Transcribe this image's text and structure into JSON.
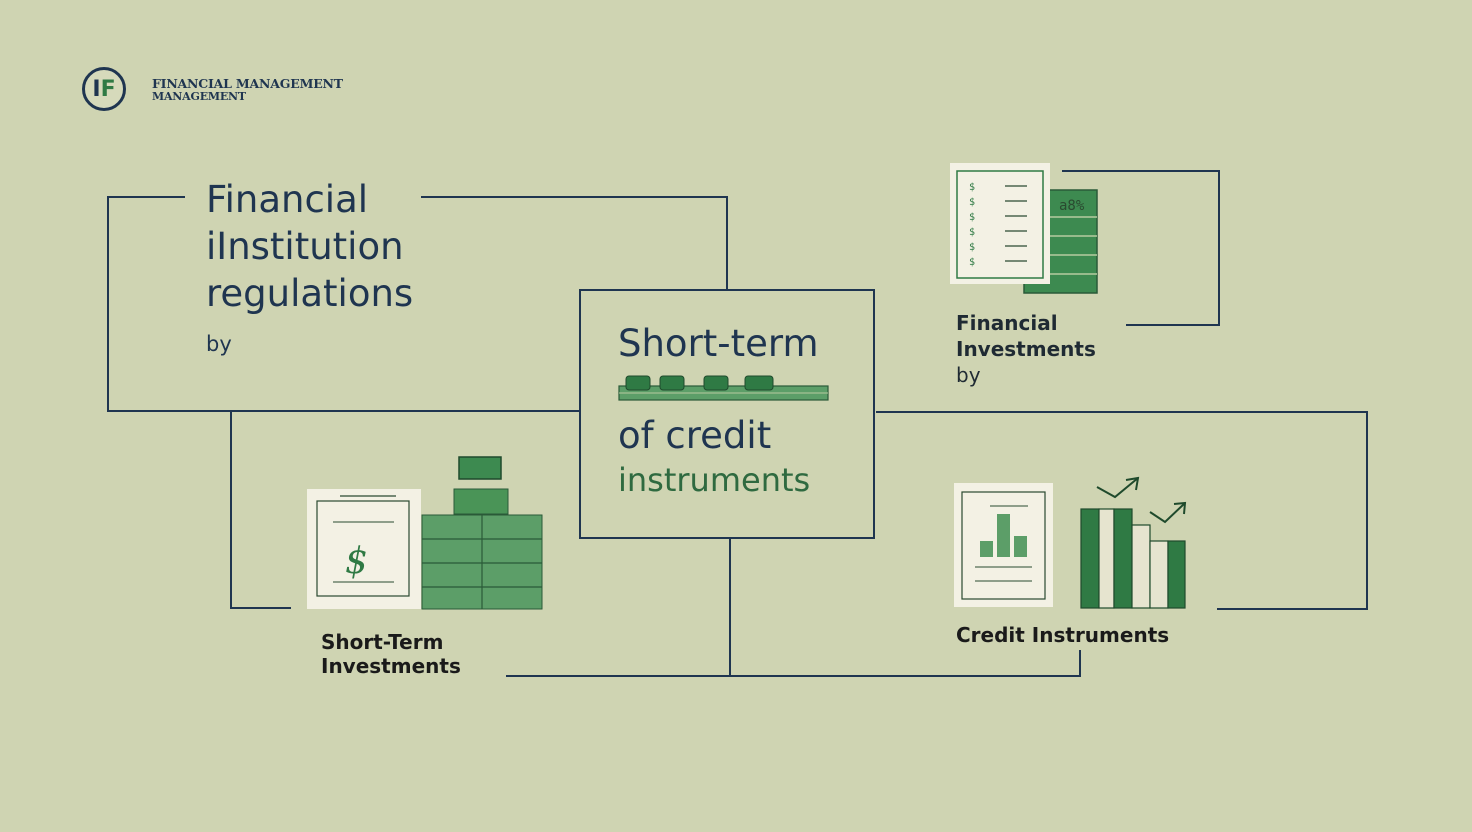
{
  "logo": {
    "mark_letter_1": "I",
    "mark_letter_2": "F",
    "line1": "FINANCIAL MANAGEMENT",
    "line2": "MANAGEMENT"
  },
  "nodes": {
    "regulations": {
      "line1": "Financial",
      "line2": "iInstitution",
      "line3": "regulations",
      "by": "by"
    },
    "center": {
      "line1": "Short-term",
      "line2": "of credit",
      "line3": "instruments"
    },
    "financial_investments": {
      "line1": "Financial",
      "line2": "Investments",
      "by": "by",
      "tag": "a8%"
    },
    "short_term_investments": {
      "line1": "Short-Term",
      "line2": "Investments"
    },
    "credit_instruments": {
      "line1": "Credit Instruments"
    }
  },
  "colors": {
    "background": "#cfd4b2",
    "line": "#1f3550",
    "green": "#2f7a44",
    "green_light": "#5c9e68",
    "paper": "#f3f1e4"
  }
}
